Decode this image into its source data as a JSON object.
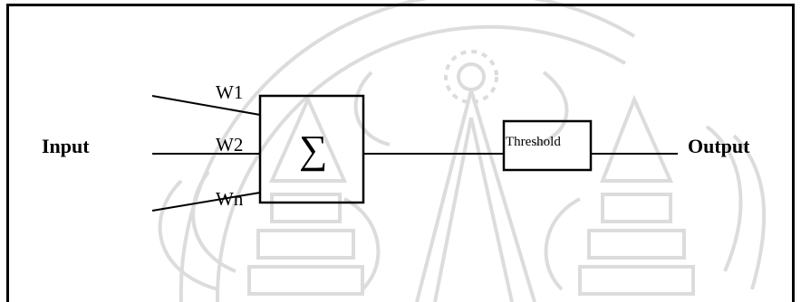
{
  "diagram": {
    "input_label": "Input",
    "output_label": "Output",
    "weights": [
      "W1",
      "W2",
      "Wn"
    ],
    "summation_symbol": "∑",
    "threshold_label": "Threshold"
  },
  "colors": {
    "line": "#000000",
    "watermark": "#d9d9d9",
    "background": "#ffffff"
  }
}
